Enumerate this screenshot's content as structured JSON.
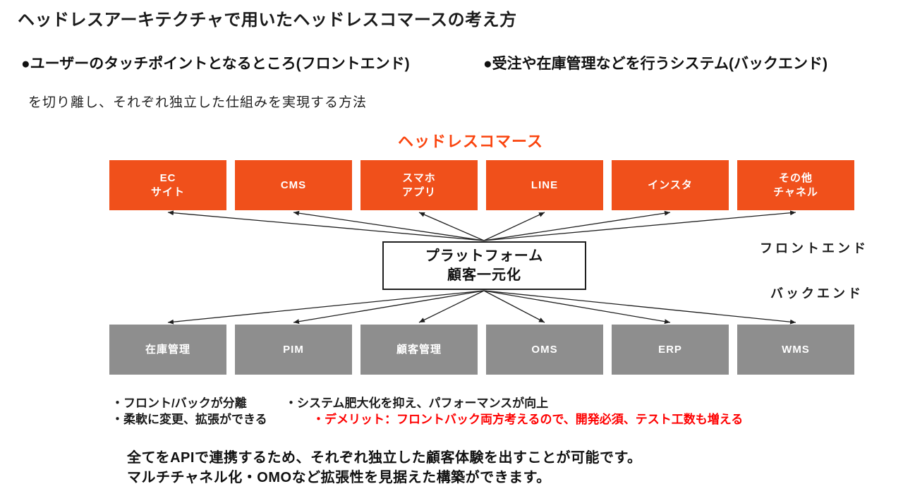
{
  "slide": {
    "title": "ヘッドレスアーキテクチャで用いたヘッドレスコマースの考え方",
    "points": {
      "frontend_point": "●ユーザーのタッチポイントとなるところ(フロントエンド)",
      "backend_point": "●受注や在庫管理などを行うシステム(バックエンド)",
      "method_line": "を切り離し、それぞれ独立した仕組みを実現する方法"
    },
    "diagram": {
      "heading": "ヘッドレスコマース",
      "channels": [
        "EC\nサイト",
        "CMS",
        "スマホ\nアプリ",
        "LINE",
        "インスタ",
        "その他\nチャネル"
      ],
      "platform": "プラットフォーム\n顧客一元化",
      "frontend_label": "フロントエンド",
      "backend_label": "バックエンド",
      "systems": [
        "在庫管理",
        "PIM",
        "顧客管理",
        "OMS",
        "ERP",
        "WMS"
      ]
    },
    "notes": {
      "line1a": "・フロント/バックが分離",
      "line1b": "・システム肥大化を抑え、パフォーマンスが向上",
      "line2a": "・柔軟に変更、拡張ができる",
      "line2b": "・デメリット：フロントバック両方考えるので、開発必須、テスト工数も増える"
    },
    "summary": {
      "line1": "全てをAPIで連携するため、それぞれ独立した顧客体験を出すことが可能です。",
      "line2": "マルチチャネル化・OMOなど拡張性を見据えた構築ができます。"
    },
    "colors": {
      "channel_orange": "#F0501B",
      "heading_orange": "#FA440E",
      "system_gray": "#8E8E8E",
      "demerit_red": "#FE0000",
      "text_dark": "#1B1B1B"
    }
  }
}
